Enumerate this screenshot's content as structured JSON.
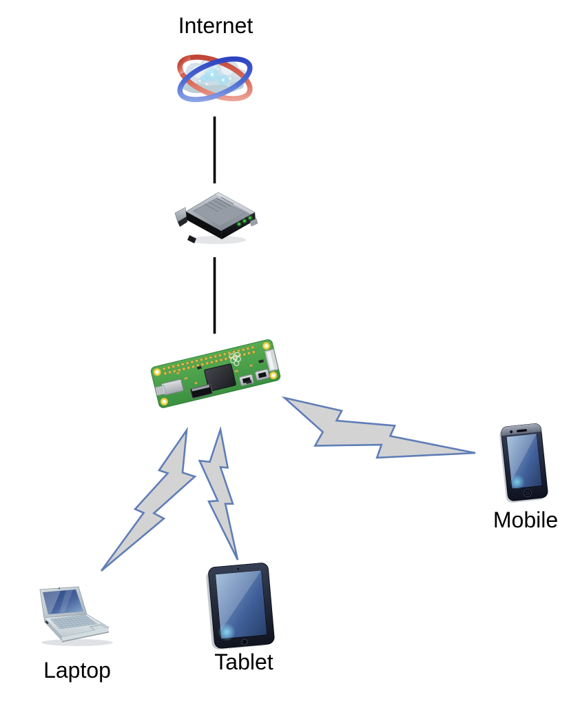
{
  "diagram": {
    "type": "network-topology",
    "nodes": {
      "internet": {
        "label": "Internet",
        "icon": "internet-cloud-orbits-icon"
      },
      "router": {
        "icon": "modem-router-icon"
      },
      "raspberry_pi": {
        "icon": "raspberry-pi-zero-board-icon"
      },
      "laptop": {
        "label": "Laptop",
        "icon": "laptop-icon"
      },
      "tablet": {
        "label": "Tablet",
        "icon": "tablet-icon"
      },
      "mobile": {
        "label": "Mobile",
        "icon": "smartphone-icon"
      }
    },
    "connections": [
      {
        "from": "internet",
        "to": "router",
        "type": "wired"
      },
      {
        "from": "router",
        "to": "raspberry_pi",
        "type": "wired"
      },
      {
        "from": "raspberry_pi",
        "to": "laptop",
        "type": "wireless"
      },
      {
        "from": "raspberry_pi",
        "to": "tablet",
        "type": "wireless"
      },
      {
        "from": "raspberry_pi",
        "to": "mobile",
        "type": "wireless"
      }
    ],
    "colors": {
      "background": "#ffffff",
      "label_text": "#000000",
      "wired_line": "#000000",
      "bolt_fill": "#d3d3d4",
      "bolt_border": "#5f7db6"
    }
  }
}
